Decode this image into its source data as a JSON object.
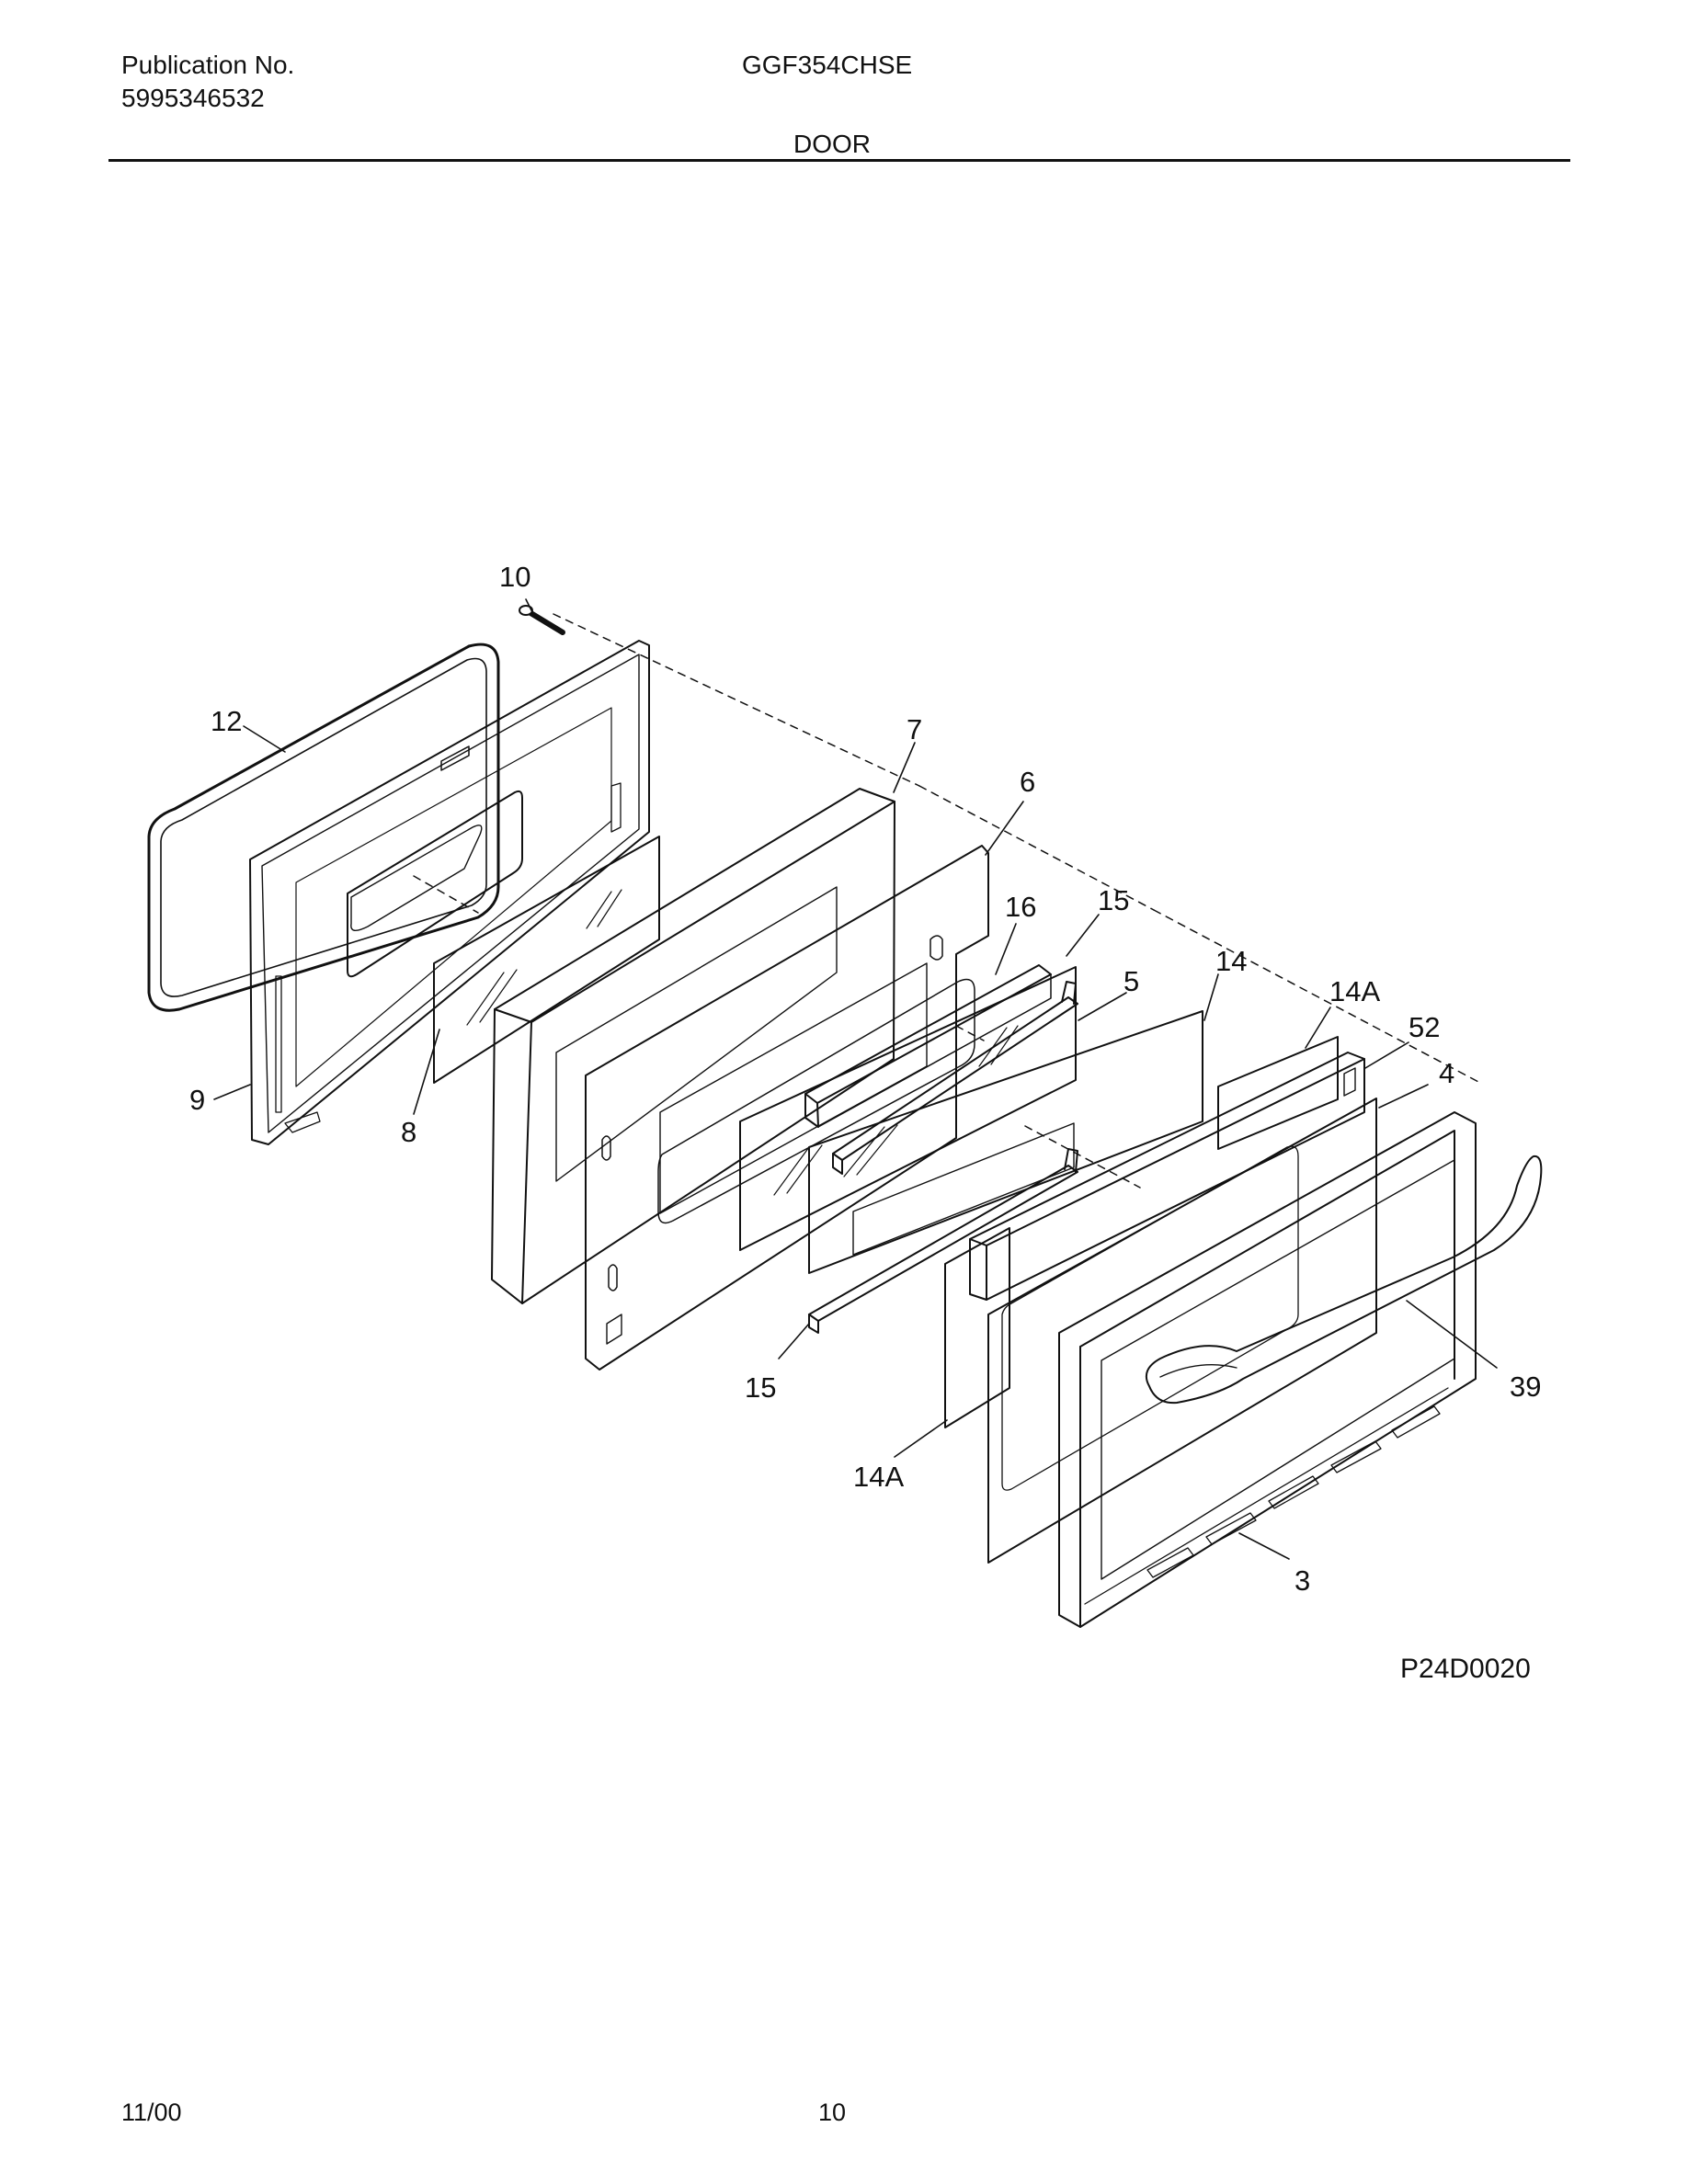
{
  "header": {
    "publication_label": "Publication No.",
    "publication_number": "5995346532",
    "model": "GGF354CHSE",
    "section": "DOOR"
  },
  "diagram": {
    "figure_code": "P24D0020",
    "callouts": {
      "screw": "10",
      "gasket": "12",
      "inner_door": "9",
      "inner_glass": "8",
      "insulation": "7",
      "liner": "6",
      "spacer": "16",
      "bracket_top": "15",
      "middle_glass": "5",
      "panel_14": "14",
      "panel_14a_top": "14A",
      "trim_52": "52",
      "outer_glass": "4",
      "handle": "39",
      "bracket_bottom": "15",
      "panel_14a_bottom": "14A",
      "door_frame": "3"
    }
  },
  "footer": {
    "date": "11/00",
    "page": "10"
  }
}
